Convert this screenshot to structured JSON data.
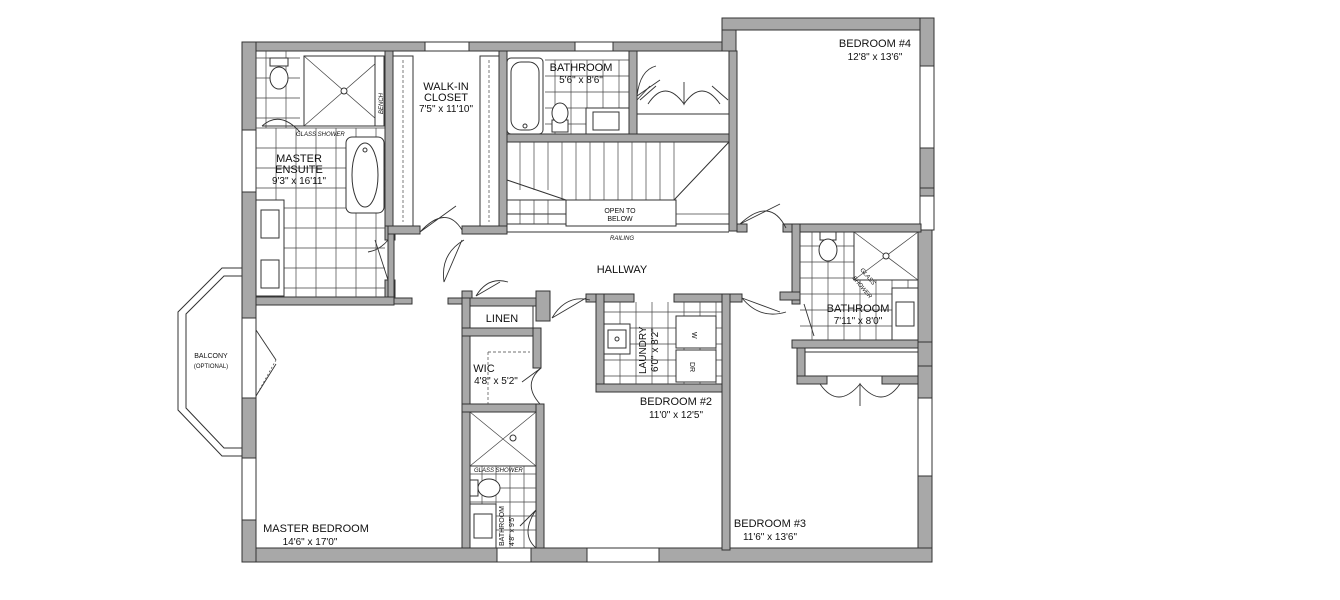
{
  "rooms": {
    "bedroom4": {
      "name": "BEDROOM #4",
      "dim": "12'8\" x 13'6\""
    },
    "bathroom_top": {
      "name": "BATHROOM",
      "dim": "5'6\" x 8'6\""
    },
    "walkin": {
      "name1": "WALK-IN",
      "name2": "CLOSET",
      "dim": "7'5\" x 11'10\""
    },
    "ensuite": {
      "name1": "MASTER",
      "name2": "ENSUITE",
      "dim": "9'3\" x 16'11\""
    },
    "hallway": {
      "name": "HALLWAY"
    },
    "bathroom_right": {
      "name": "BATHROOM",
      "dim": "7'11\" x 8'0\""
    },
    "linen": {
      "name": "LINEN"
    },
    "wic": {
      "name": "WIC",
      "dim": "4'8\" x 5'2\""
    },
    "laundry": {
      "name": "LAUNDRY",
      "dim": "6'0\" x 8'2\""
    },
    "bedroom2": {
      "name": "BEDROOM #2",
      "dim": "11'0\" x 12'5\""
    },
    "bedroom3": {
      "name": "BEDROOM #3",
      "dim": "11'6\" x 13'6\""
    },
    "master_bedroom": {
      "name": "MASTER BEDROOM",
      "dim": "14'6\" x 17'0\""
    },
    "bathroom_small": {
      "name": "BATHROOM",
      "dim": "4'8\" x 9'5\""
    },
    "balcony": {
      "name": "BALCONY",
      "note": "(OPTIONAL)"
    }
  },
  "labels": {
    "glass_shower": "GLASS SHOWER",
    "glass_shower_right1": "GLASS",
    "glass_shower_right2": "SHOWER",
    "bench": "BENCH",
    "open_to_below1": "OPEN TO",
    "open_to_below2": "BELOW",
    "railing": "RAILING",
    "washer": "W",
    "dryer": "DR"
  }
}
